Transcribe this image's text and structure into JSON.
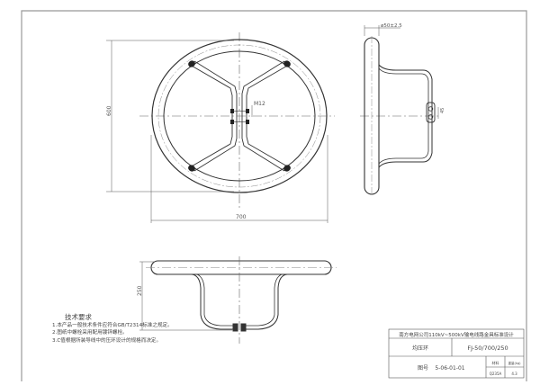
{
  "drawing": {
    "front_view": {
      "dim_width": "700",
      "dim_height": "600",
      "bolt_label": "M12"
    },
    "side_view": {
      "dim_tube": "ø50±2.5",
      "dim_bolt_spacing": "45"
    },
    "bottom_view": {
      "dim_height": "250"
    }
  },
  "tech_requirements": {
    "title": "技术要求",
    "items": [
      "1.本产品一般技术条件应符合GB/T2314标准之规定。",
      "2.图纸中螺栓采用配用镀锌螺栓。",
      "3.C值根据所装导线中的压环设计的规格而决定。"
    ]
  },
  "title_block": {
    "project": "南方电网公司110kV~500kV输电线路金具标准设计",
    "name": "均压环",
    "model": "FJ-50/700/250",
    "drawing_no_label": "图号",
    "drawing_no": "5-06-01-01",
    "material_label": "材料",
    "weight_label": "重量(kg)",
    "material": "Q235A",
    "weight": "4.3"
  },
  "colors": {
    "line": "#333333",
    "frame": "#888888",
    "center_line": "#666666"
  }
}
